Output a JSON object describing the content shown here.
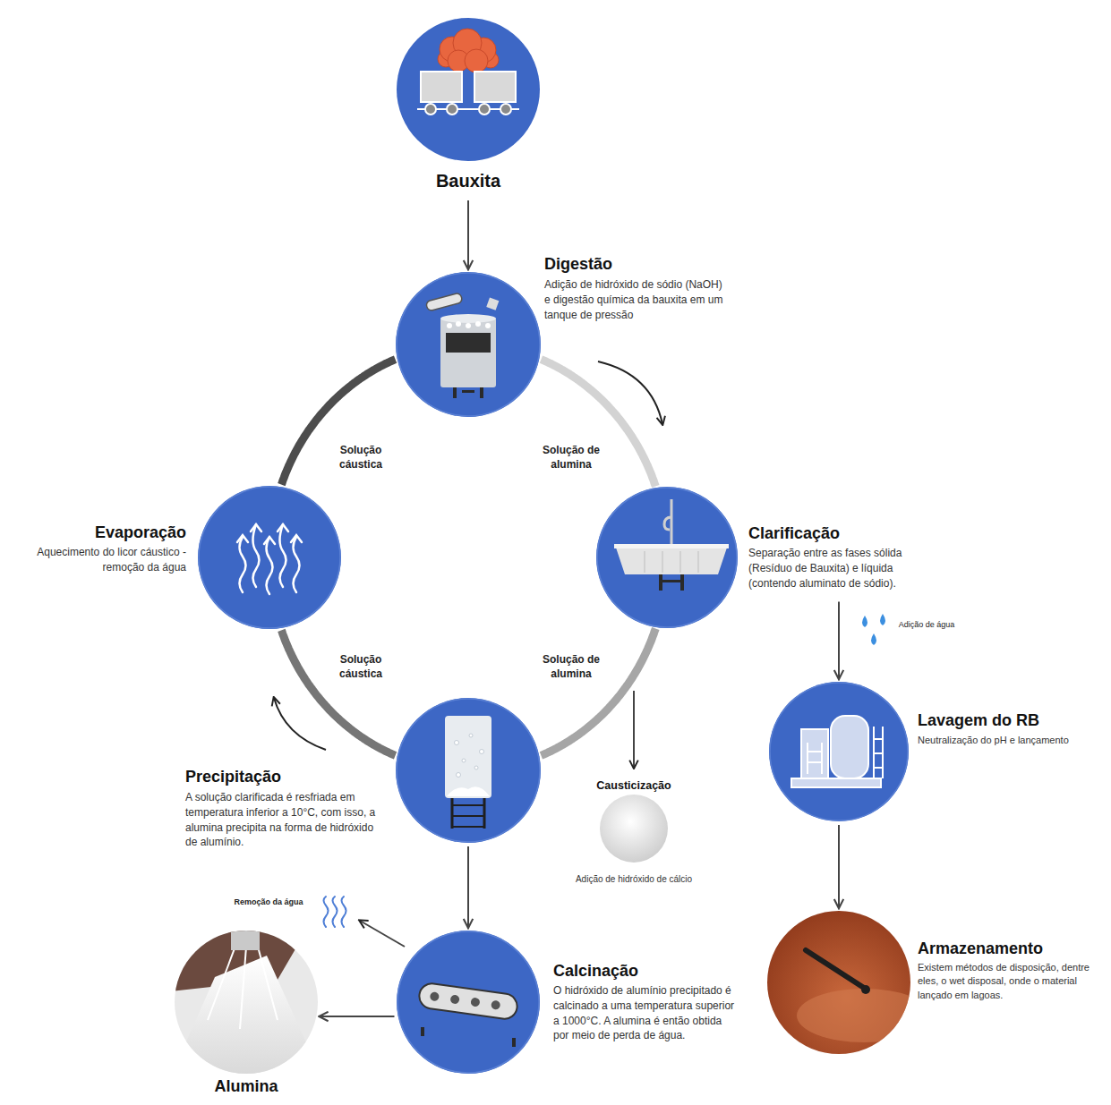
{
  "diagram": {
    "nodes": [
      {
        "text": [
          "Bauxita"
        ]
      },
      {
        "text": [
          "Digestão",
          "Adição de hidróxido de sódio (NaOH) e digestão química da bauxita em um tanque de pressão"
        ]
      },
      {
        "text": [
          "Evaporação",
          "Aquecimento do licor cáustico - remoção da água"
        ]
      },
      {
        "text": [
          "Clarificação",
          "Separação entre as fases sólida (Resíduo de Bauxita) e líquida (contendo aluminato de sódio)."
        ]
      },
      {
        "text": [
          "Lavagem do RB",
          "Neutralização do pH e lançamento"
        ]
      },
      {
        "text": [
          "Precipitação",
          "A solução clarificada é resfriada em temperatura inferior a 10°C, com isso, a alumina precipita na forma de hidróxido de alumínio."
        ]
      },
      {
        "text": [
          "Causticização",
          "Adição de hidróxido de cálcio"
        ]
      },
      {
        "text": [
          "Calcinação",
          "O hidróxido de alumínio precipitado é calcinado a uma temperatura superior a 1000°C. A alumina é então obtida por meio de perda de água."
        ]
      },
      {
        "text": [
          "Alumina"
        ]
      },
      {
        "text": [
          "Armazenamento",
          "Existem métodos de disposição, dentre eles, o wet disposal, onde o material lançado em lagoas."
        ]
      }
    ],
    "edges": [
      {
        "from": 0,
        "to": 1,
        "arrow": "to"
      },
      {
        "from": 1,
        "to": 3,
        "label": "Solução de alumina",
        "arrow": "none"
      },
      {
        "from": 3,
        "to": 5,
        "label": "Solução de alumina",
        "arrow": "none"
      },
      {
        "from": 5,
        "to": 2,
        "label": "Solução cáustica",
        "arrow": "none"
      },
      {
        "from": 2,
        "to": 1,
        "label": "Solução cáustica",
        "arrow": "none"
      },
      {
        "from": 3,
        "to": 4,
        "label": "Adição de água",
        "arrow": "to"
      },
      {
        "from": 4,
        "to": 9,
        "arrow": "to"
      },
      {
        "from": 5,
        "to": 7,
        "arrow": "to"
      },
      {
        "from": 7,
        "to": 8,
        "arrow": "to"
      }
    ],
    "labels": [
      "Remoção da água"
    ]
  }
}
